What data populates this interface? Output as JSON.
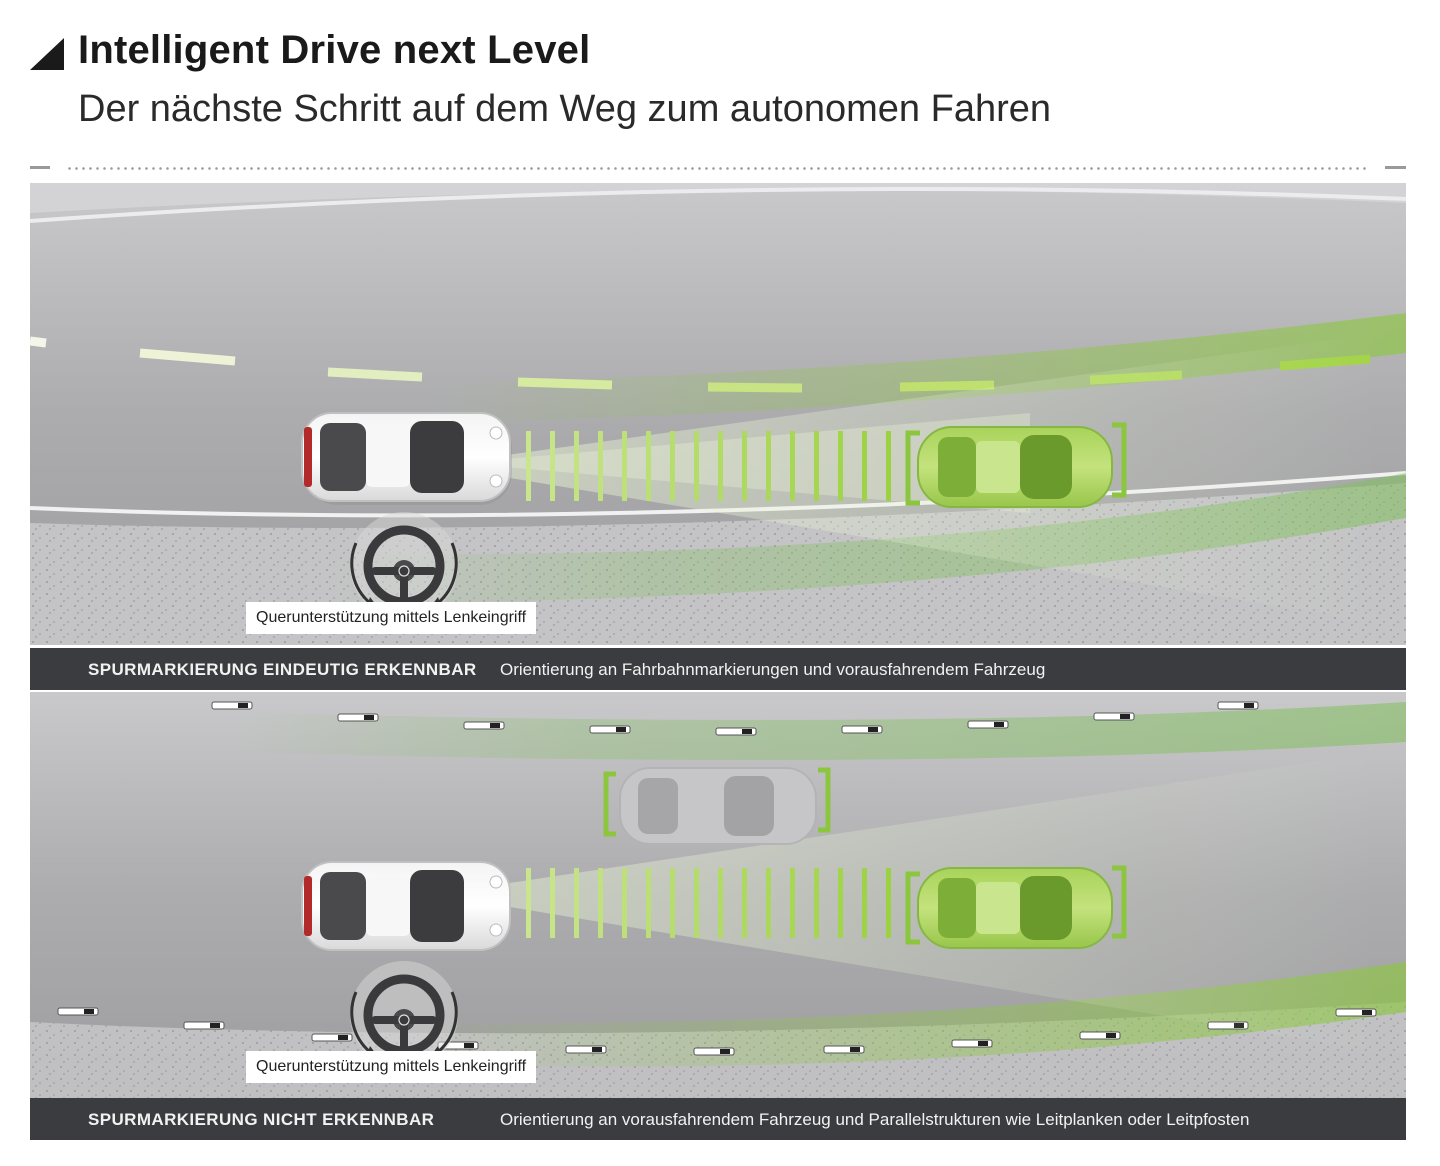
{
  "header": {
    "title": "Intelligent Drive next Level",
    "subtitle": "Der nächste Schritt auf dem Weg zum autonomen Fahren"
  },
  "panels": [
    {
      "heading": "SPURMARKIERUNG EINDEUTIG ERKENNBAR",
      "description": "Orientierung an Fahrbahnmarkierungen und vorausfahrendem Fahrzeug",
      "callout": "Querunterstützung mittels Lenkeingriff"
    },
    {
      "heading": "SPURMARKIERUNG NICHT ERKENNBAR",
      "description": "Orientierung an vorausfahrendem Fahrzeug und Parallelstrukturen wie Leitplanken oder Leitpfosten",
      "callout": "Querunterstützung mittels Lenkeingriff"
    }
  ],
  "colors": {
    "road": "#a9a9ab",
    "accent_green": "#8cc63f",
    "bar": "#3b3c3f"
  }
}
